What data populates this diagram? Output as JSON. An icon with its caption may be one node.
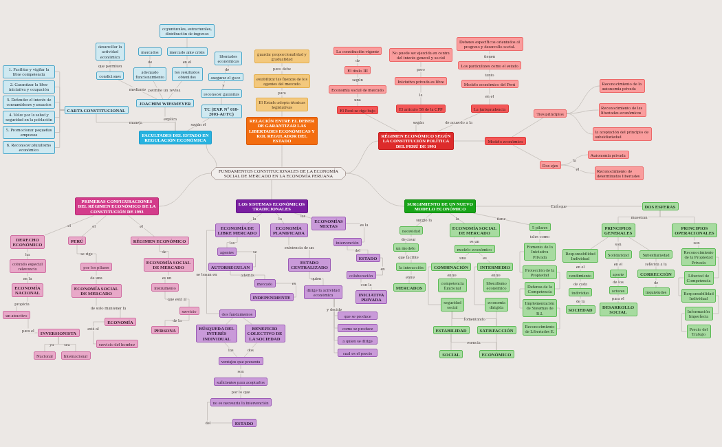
{
  "diagram": {
    "nodes": [
      {
        "text": [
          "FUNDAMENTOS CONSTITUCIONALES DE LA ECONOMÍA SOCIAL DE MERCADO EN LA ECONOMÍA PERUANA"
        ]
      },
      {
        "text": [
          "FACULTADES DEL ESTADO EN REGULACIÓN ECONÓMICA"
        ]
      },
      {
        "text": [
          "CARTA CONSTITUCIONAL"
        ]
      },
      {
        "text": [
          "1. Facilitar y vigilar la libre competencia"
        ]
      },
      {
        "text": [
          "2. Garantizar la libre iniciativa y ocupación"
        ]
      },
      {
        "text": [
          "3. Defender el interés de consumidores y usuarios"
        ]
      },
      {
        "text": [
          "4. Velar por la salud y seguridad en la población"
        ]
      },
      {
        "text": [
          "5. Promocionar pequeñas empresas"
        ]
      },
      {
        "text": [
          "6. Reconocer pluralismo económico"
        ]
      },
      {
        "text": [
          "JOACHIM WIESMEYER"
        ]
      },
      {
        "text": [
          "condiciones"
        ]
      },
      {
        "text": [
          "desarrollar la actividad económica"
        ]
      },
      {
        "text": [
          "adecuado funcionamiento"
        ]
      },
      {
        "text": [
          "mercados"
        ]
      },
      {
        "text": [
          "los resultados obtenidos"
        ]
      },
      {
        "text": [
          "mercado ante crisis"
        ]
      },
      {
        "text": [
          "coyunturales, estructurales, distribución de ingresos"
        ]
      },
      {
        "text": [
          "TC (EXP. N° 018-2003-AI/TC)"
        ]
      },
      {
        "text": [
          "reconocer garantías"
        ]
      },
      {
        "text": [
          "asegurar el goce"
        ]
      },
      {
        "text": [
          "libertades económicas"
        ]
      },
      {
        "text": [
          "RELACIÓN ENTRE EL DEBER DE GARANTIZAR LAS LIBERTADES ECONÓMICAS Y ROL REGULADOR DEL ESTADO"
        ]
      },
      {
        "text": [
          "El Estado adopta técnicas legislativas"
        ]
      },
      {
        "text": [
          "estabilizar las fuerzas de los agentes del mercado"
        ]
      },
      {
        "text": [
          "guardar proporcionalidad y gradualidad"
        ]
      },
      {
        "text": [
          "RÉGIMEN ECONÓMICO SEGÚN LA CONSTITUCIÓN POLÍTICA DEL PERÚ DE 1993"
        ]
      },
      {
        "text": [
          "El Perú se rige bajo"
        ]
      },
      {
        "text": [
          "Economía social de mercado"
        ]
      },
      {
        "text": [
          "El título III"
        ]
      },
      {
        "text": [
          "La constitución vigente"
        ]
      },
      {
        "text": [
          "El artículo 58 de la CPP"
        ]
      },
      {
        "text": [
          "Iniciativa privada es libre"
        ]
      },
      {
        "text": [
          "No puede ser ejercida en contra del interés general y social"
        ]
      },
      {
        "text": [
          "La jurisprudencia"
        ]
      },
      {
        "text": [
          "Modelo económico del Perú"
        ]
      },
      {
        "text": [
          "Los particulares como el estado"
        ]
      },
      {
        "text": [
          "Deberes específicos orientados al progreso y desarrollo social."
        ]
      },
      {
        "text": [
          "Modelo económico"
        ]
      },
      {
        "text": [
          "Tres principios"
        ]
      },
      {
        "text": [
          "Reconocimiento de la autonomía privada"
        ]
      },
      {
        "text": [
          "Reconocimiento de las libertades económicas"
        ]
      },
      {
        "text": [
          "la aceptación del principio de subsidiariedad"
        ]
      },
      {
        "text": [
          "Dos ejes"
        ]
      },
      {
        "text": [
          "Autonomía privada"
        ]
      },
      {
        "text": [
          "Reconocimiento de determinadas libertades"
        ]
      },
      {
        "text": [
          "PRIMERAS CONFIGURACIONES DEL RÉGIMEN ECONÓMICO DE LA CONSTITUCIÓN DE 1993"
        ]
      },
      {
        "text": [
          "DERECHO ECONÓMICO"
        ]
      },
      {
        "text": [
          "cobrado especial relevancia"
        ]
      },
      {
        "text": [
          "ECONOMÍA NACIONAL"
        ]
      },
      {
        "text": [
          "un atractivo"
        ]
      },
      {
        "text": [
          "INVERSIONISTA"
        ]
      },
      {
        "text": [
          "Nacional"
        ]
      },
      {
        "text": [
          "Internacional"
        ]
      },
      {
        "text": [
          "PERÚ"
        ]
      },
      {
        "text": [
          "por los pilares"
        ]
      },
      {
        "text": [
          "ECONOMÍA SOCIAL DE MERCADO"
        ]
      },
      {
        "text": [
          "ECONOMÍA"
        ]
      },
      {
        "text": [
          "servicio del hombre"
        ]
      },
      {
        "text": [
          "RÉGIMEN ECONÓMICO"
        ]
      },
      {
        "text": [
          "ECONOMÍA SOCIAL DE MERCADO"
        ]
      },
      {
        "text": [
          "instrumento"
        ]
      },
      {
        "text": [
          "servicio"
        ]
      },
      {
        "text": [
          "PERSONA"
        ]
      },
      {
        "text": [
          "LOS SISTEMAS ECONÓMICOS TRADICIONALES"
        ]
      },
      {
        "text": [
          "ECONOMÍA DE LIBRE MERCADO"
        ]
      },
      {
        "text": [
          "agentes"
        ]
      },
      {
        "text": [
          "AUTORREGULAN"
        ]
      },
      {
        "text": [
          "mercado"
        ]
      },
      {
        "text": [
          "INDEPENDIENTE"
        ]
      },
      {
        "text": [
          "dos fundamentos"
        ]
      },
      {
        "text": [
          "BÚSQUEDA DEL INTERÉS INDIVIDUAL"
        ]
      },
      {
        "text": [
          "BENEFICIO COLECTIVO DE LA SOCIEDAD"
        ]
      },
      {
        "text": [
          "ventajas que presenta"
        ]
      },
      {
        "text": [
          "suficientes para aceptarlos"
        ]
      },
      {
        "text": [
          "no es necesaria la intervención"
        ]
      },
      {
        "text": [
          "ESTADO"
        ]
      },
      {
        "text": [
          "ECONOMÍA PLANIFICADA"
        ]
      },
      {
        "text": [
          "ESTADO CENTRALIZADO"
        ]
      },
      {
        "text": [
          "dirige la actividad económica"
        ]
      },
      {
        "text": [
          "que se produce"
        ]
      },
      {
        "text": [
          "como se produce"
        ]
      },
      {
        "text": [
          "a quien se dirige"
        ]
      },
      {
        "text": [
          "cual es el precio"
        ]
      },
      {
        "text": [
          "ECONOMÍAS MIXTAS"
        ]
      },
      {
        "text": [
          "intervención"
        ]
      },
      {
        "text": [
          "ESTADO"
        ]
      },
      {
        "text": [
          "colaboración"
        ]
      },
      {
        "text": [
          "INICIATIVA PRIVADA"
        ]
      },
      {
        "text": [
          "SURGIMIENTO DE UN NUEVO MODELO ECONÓMICO"
        ]
      },
      {
        "text": [
          "necesidad"
        ]
      },
      {
        "text": [
          "un modelo"
        ]
      },
      {
        "text": [
          "la interacción"
        ]
      },
      {
        "text": [
          "MERCADOS"
        ]
      },
      {
        "text": [
          "ECONOMÍA SOCIAL DE MERCADO"
        ]
      },
      {
        "text": [
          "modelo económico"
        ]
      },
      {
        "text": [
          "COMBINACIÓN"
        ]
      },
      {
        "text": [
          "INTERMEDIO"
        ]
      },
      {
        "text": [
          "competencia funcional"
        ]
      },
      {
        "text": [
          "seguridad social"
        ]
      },
      {
        "text": [
          "liberalismo económico"
        ]
      },
      {
        "text": [
          "economía dirigida"
        ]
      },
      {
        "text": [
          "ESTABILIDAD"
        ]
      },
      {
        "text": [
          "SATISFACCIÓN"
        ]
      },
      {
        "text": [
          "SOCIAL"
        ]
      },
      {
        "text": [
          "ECONÓMICO"
        ]
      },
      {
        "text": [
          "5 pilares"
        ]
      },
      {
        "text": [
          "Fomento de la Iniciativa Privada"
        ]
      },
      {
        "text": [
          "Protección de la Propiedad"
        ]
      },
      {
        "text": [
          "Defensa de la Competencia"
        ]
      },
      {
        "text": [
          "Implementación de Sistemas de R.I."
        ]
      },
      {
        "text": [
          "Reconocimiento de Libertades E."
        ]
      },
      {
        "text": [
          "DOS ESFERAS"
        ]
      },
      {
        "text": [
          "PRINCIPIOS GENERALES"
        ]
      },
      {
        "text": [
          "PRINCIPIOS OPERACIONALES"
        ]
      },
      {
        "text": [
          "Responsabilidad Individual"
        ]
      },
      {
        "text": [
          "Solidaridad"
        ]
      },
      {
        "text": [
          "Subsidiariedad"
        ]
      },
      {
        "text": [
          "rendimiento"
        ]
      },
      {
        "text": [
          "individuo"
        ]
      },
      {
        "text": [
          "SOCIEDAD"
        ]
      },
      {
        "text": [
          "aporte"
        ]
      },
      {
        "text": [
          "actores"
        ]
      },
      {
        "text": [
          "DESARROLLO SOCIAL"
        ]
      },
      {
        "text": [
          "CORRECCIÓN"
        ]
      },
      {
        "text": [
          "inquietudes"
        ]
      },
      {
        "text": [
          "Reconocimiento de la Propiedad Privada"
        ]
      },
      {
        "text": [
          "Libertad de Competencia"
        ]
      },
      {
        "text": [
          "Responsabilidad Individual"
        ]
      },
      {
        "text": [
          "Información Imperfecta"
        ]
      },
      {
        "text": [
          "Precio del Trabajo"
        ]
      }
    ],
    "edges": [
      {
        "from": 0,
        "to": 1,
        "arrow": "none"
      },
      {
        "from": 1,
        "to": 2,
        "arrow": "none",
        "label": "maneja"
      },
      {
        "from": 1,
        "to": 9,
        "arrow": "none",
        "label": "explica"
      },
      {
        "from": 1,
        "to": 17,
        "arrow": "none",
        "label": "según el"
      },
      {
        "from": 2,
        "to": 3,
        "arrow": "none"
      },
      {
        "from": 2,
        "to": 4,
        "arrow": "none"
      },
      {
        "from": 2,
        "to": 5,
        "arrow": "none"
      },
      {
        "from": 2,
        "to": 6,
        "arrow": "none"
      },
      {
        "from": 2,
        "to": 7,
        "arrow": "none"
      },
      {
        "from": 2,
        "to": 8,
        "arrow": "none"
      },
      {
        "from": 9,
        "to": 10,
        "arrow": "none",
        "label": "mediante"
      },
      {
        "from": 10,
        "to": 11,
        "arrow": "none",
        "label": "que permiten"
      },
      {
        "from": 9,
        "to": 12,
        "arrow": "none",
        "label": "permite un"
      },
      {
        "from": 12,
        "to": 13,
        "arrow": "none",
        "label": "de"
      },
      {
        "from": 9,
        "to": 14,
        "arrow": "none",
        "label": "revisa"
      },
      {
        "from": 14,
        "to": 15,
        "arrow": "none",
        "label": "en el"
      },
      {
        "from": 15,
        "to": 16,
        "arrow": "none"
      },
      {
        "from": 17,
        "to": 18,
        "arrow": "none"
      },
      {
        "from": 18,
        "to": 19,
        "arrow": "none",
        "label": "y"
      },
      {
        "from": 19,
        "to": 20,
        "arrow": "none",
        "label": "de"
      },
      {
        "from": 0,
        "to": 21,
        "arrow": "none"
      },
      {
        "from": 21,
        "to": 22,
        "arrow": "none"
      },
      {
        "from": 22,
        "to": 23,
        "arrow": "none",
        "label": "para"
      },
      {
        "from": 23,
        "to": 24,
        "arrow": "none",
        "label": "pero debe"
      },
      {
        "from": 0,
        "to": 25,
        "arrow": "none"
      },
      {
        "from": 25,
        "to": 26,
        "arrow": "none"
      },
      {
        "from": 26,
        "to": 27,
        "arrow": "none",
        "label": "una"
      },
      {
        "from": 27,
        "to": 28,
        "arrow": "none",
        "label": "según"
      },
      {
        "from": 28,
        "to": 29,
        "arrow": "none",
        "label": "de"
      },
      {
        "from": 25,
        "to": 30,
        "arrow": "none",
        "label": "según"
      },
      {
        "from": 30,
        "to": 31,
        "arrow": "none",
        "label": "la"
      },
      {
        "from": 31,
        "to": 32,
        "arrow": "none",
        "label": "pero"
      },
      {
        "from": 25,
        "to": 33,
        "arrow": "none",
        "label": "de acuerdo a la"
      },
      {
        "from": 33,
        "to": 34,
        "arrow": "none",
        "label": "en el"
      },
      {
        "from": 34,
        "to": 35,
        "arrow": "none",
        "label": "tanto"
      },
      {
        "from": 35,
        "to": 36,
        "arrow": "none",
        "label": "tienen"
      },
      {
        "from": 25,
        "to": 37,
        "arrow": "none"
      },
      {
        "from": 37,
        "to": 38,
        "arrow": "none"
      },
      {
        "from": 38,
        "to": 39,
        "arrow": "none"
      },
      {
        "from": 38,
        "to": 40,
        "arrow": "none"
      },
      {
        "from": 38,
        "to": 41,
        "arrow": "none"
      },
      {
        "from": 37,
        "to": 42,
        "arrow": "none"
      },
      {
        "from": 42,
        "to": 43,
        "arrow": "none",
        "label": "la"
      },
      {
        "from": 42,
        "to": 44,
        "arrow": "none",
        "label": "el"
      },
      {
        "from": 0,
        "to": 45,
        "arrow": "none"
      },
      {
        "from": 45,
        "to": 46,
        "arrow": "none",
        "label": "el"
      },
      {
        "from": 46,
        "to": 47,
        "arrow": "none",
        "label": "ha"
      },
      {
        "from": 47,
        "to": 48,
        "arrow": "none",
        "label": "en la"
      },
      {
        "from": 48,
        "to": 49,
        "arrow": "none",
        "label": "propicia"
      },
      {
        "from": 49,
        "to": 50,
        "arrow": "none",
        "label": "para el"
      },
      {
        "from": 50,
        "to": 51,
        "arrow": "none",
        "label": "ya"
      },
      {
        "from": 50,
        "to": 52,
        "arrow": "none",
        "label": "sea"
      },
      {
        "from": 45,
        "to": 53,
        "arrow": "none",
        "label": "el"
      },
      {
        "from": 53,
        "to": 54,
        "arrow": "none",
        "label": "se rige"
      },
      {
        "from": 54,
        "to": 55,
        "arrow": "none",
        "label": "de una"
      },
      {
        "from": 55,
        "to": 56,
        "arrow": "none",
        "label": "de solo mantener la"
      },
      {
        "from": 56,
        "to": 57,
        "arrow": "none",
        "label": "está al"
      },
      {
        "from": 45,
        "to": 58,
        "arrow": "none",
        "label": "el"
      },
      {
        "from": 58,
        "to": 59,
        "arrow": "none",
        "label": "de"
      },
      {
        "from": 59,
        "to": 60,
        "arrow": "none",
        "label": "es un"
      },
      {
        "from": 60,
        "to": 61,
        "arrow": "none",
        "label": "que está al"
      },
      {
        "from": 61,
        "to": 62,
        "arrow": "none",
        "label": "de la"
      },
      {
        "from": 0,
        "to": 63,
        "arrow": "none"
      },
      {
        "from": 63,
        "to": 64,
        "arrow": "none",
        "label": "la"
      },
      {
        "from": 64,
        "to": 65,
        "arrow": "none",
        "label": "los"
      },
      {
        "from": 65,
        "to": 66,
        "arrow": "none",
        "label": "se"
      },
      {
        "from": 66,
        "to": 67,
        "arrow": "none",
        "label": "además"
      },
      {
        "from": 67,
        "to": 68,
        "arrow": "none",
        "label": "es"
      },
      {
        "from": 64,
        "to": 69,
        "arrow": "none",
        "label": "se basan en"
      },
      {
        "from": 69,
        "to": 70,
        "arrow": "none"
      },
      {
        "from": 69,
        "to": 71,
        "arrow": "none"
      },
      {
        "from": 70,
        "to": 72,
        "arrow": "none",
        "label": "las"
      },
      {
        "from": 71,
        "to": 72,
        "arrow": "none",
        "label": "dos"
      },
      {
        "from": 72,
        "to": 73,
        "arrow": "none",
        "label": "son"
      },
      {
        "from": 73,
        "to": 74,
        "arrow": "none",
        "label": "por lo que"
      },
      {
        "from": 74,
        "to": 75,
        "arrow": "none",
        "label": "del"
      },
      {
        "from": 63,
        "to": 76,
        "arrow": "none",
        "label": "la"
      },
      {
        "from": 76,
        "to": 77,
        "arrow": "none",
        "label": "existencia de un"
      },
      {
        "from": 77,
        "to": 78,
        "arrow": "none",
        "label": "quien"
      },
      {
        "from": 78,
        "to": 79,
        "arrow": "none",
        "label": "y decide"
      },
      {
        "from": 78,
        "to": 80,
        "arrow": "none"
      },
      {
        "from": 78,
        "to": 81,
        "arrow": "none"
      },
      {
        "from": 78,
        "to": 82,
        "arrow": "none"
      },
      {
        "from": 63,
        "to": 83,
        "arrow": "none",
        "label": "las"
      },
      {
        "from": 83,
        "to": 84,
        "arrow": "none",
        "label": "es la"
      },
      {
        "from": 84,
        "to": 85,
        "arrow": "none",
        "label": "del"
      },
      {
        "from": 85,
        "to": 86,
        "arrow": "none",
        "label": "en"
      },
      {
        "from": 86,
        "to": 87,
        "arrow": "none",
        "label": "con la"
      },
      {
        "from": 0,
        "to": 88,
        "arrow": "none"
      },
      {
        "from": 88,
        "to": 89,
        "arrow": "none",
        "label": "surgió la"
      },
      {
        "from": 89,
        "to": 90,
        "arrow": "none",
        "label": "de crear"
      },
      {
        "from": 90,
        "to": 91,
        "arrow": "none",
        "label": "que facilite"
      },
      {
        "from": 91,
        "to": 92,
        "arrow": "none",
        "label": "entre"
      },
      {
        "from": 88,
        "to": 93,
        "arrow": "none",
        "label": "la"
      },
      {
        "from": 93,
        "to": 94,
        "arrow": "none",
        "label": "es un"
      },
      {
        "from": 94,
        "to": 95,
        "arrow": "none",
        "label": "una"
      },
      {
        "from": 94,
        "to": 96,
        "arrow": "none",
        "label": "es"
      },
      {
        "from": 95,
        "to": 97,
        "arrow": "none",
        "label": "entre"
      },
      {
        "from": 95,
        "to": 98,
        "arrow": "none"
      },
      {
        "from": 96,
        "to": 99,
        "arrow": "none",
        "label": "entre"
      },
      {
        "from": 96,
        "to": 100,
        "arrow": "none"
      },
      {
        "from": 98,
        "to": 101,
        "arrow": "none"
      },
      {
        "from": 98,
        "to": 102,
        "arrow": "none",
        "label": "fomentando"
      },
      {
        "from": 100,
        "to": 102,
        "arrow": "none"
      },
      {
        "from": 101,
        "to": 103,
        "arrow": "none"
      },
      {
        "from": 101,
        "to": 104,
        "arrow": "none",
        "label": "esencia"
      },
      {
        "from": 102,
        "to": 104,
        "arrow": "none"
      },
      {
        "from": 88,
        "to": 105,
        "arrow": "none",
        "label": "tiene"
      },
      {
        "from": 105,
        "to": 106,
        "arrow": "none",
        "label": "tales como"
      },
      {
        "from": 106,
        "to": 107,
        "arrow": "none"
      },
      {
        "from": 107,
        "to": 108,
        "arrow": "none"
      },
      {
        "from": 108,
        "to": 109,
        "arrow": "none"
      },
      {
        "from": 109,
        "to": 110,
        "arrow": "none"
      },
      {
        "from": 88,
        "to": 111,
        "arrow": "none",
        "label": "Enfoque"
      },
      {
        "from": 111,
        "to": 112,
        "arrow": "none",
        "label": "muestran"
      },
      {
        "from": 111,
        "to": 113,
        "arrow": "none"
      },
      {
        "from": 112,
        "to": 114,
        "arrow": "none"
      },
      {
        "from": 112,
        "to": 115,
        "arrow": "none",
        "label": "son"
      },
      {
        "from": 112,
        "to": 116,
        "arrow": "none"
      },
      {
        "from": 114,
        "to": 117,
        "arrow": "none",
        "label": "en el"
      },
      {
        "from": 117,
        "to": 118,
        "arrow": "none",
        "label": "de cada"
      },
      {
        "from": 118,
        "to": 119,
        "arrow": "none",
        "label": "de la"
      },
      {
        "from": 115,
        "to": 120,
        "arrow": "none",
        "label": "en el"
      },
      {
        "from": 120,
        "to": 121,
        "arrow": "none",
        "label": "de los"
      },
      {
        "from": 121,
        "to": 122,
        "arrow": "none",
        "label": "para el"
      },
      {
        "from": 116,
        "to": 123,
        "arrow": "none",
        "label": "referida a la"
      },
      {
        "from": 123,
        "to": 124,
        "arrow": "none",
        "label": "de"
      },
      {
        "from": 113,
        "to": 125,
        "arrow": "none",
        "label": "son"
      },
      {
        "from": 125,
        "to": 126,
        "arrow": "none"
      },
      {
        "from": 126,
        "to": 127,
        "arrow": "none"
      },
      {
        "from": 127,
        "to": 128,
        "arrow": "none"
      },
      {
        "from": 128,
        "to": 129,
        "arrow": "none"
      }
    ]
  }
}
